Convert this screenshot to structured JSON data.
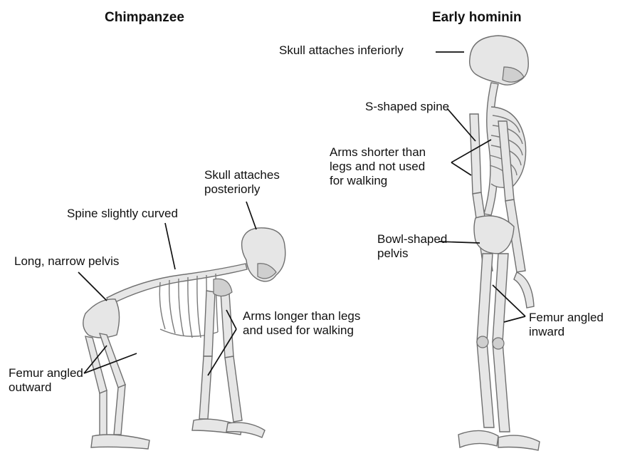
{
  "titles": {
    "chimp": "Chimpanzee",
    "hominin": "Early hominin"
  },
  "chimp_labels": {
    "skull": "Skull attaches\nposteriorly",
    "spine": "Spine slightly curved",
    "pelvis": "Long, narrow pelvis",
    "arms": "Arms longer than legs\nand used for walking",
    "femur": "Femur angled\noutward"
  },
  "hominin_labels": {
    "skull": "Skull attaches inferiorly",
    "spine": "S-shaped spine",
    "arms": "Arms shorter than\nlegs and not used\nfor walking",
    "pelvis": "Bowl-shaped\npelvis",
    "femur": "Femur angled\ninward"
  },
  "colors": {
    "bone_fill": "#e6e6e6",
    "bone_stroke": "#6f6f6f",
    "leader": "#111111"
  }
}
